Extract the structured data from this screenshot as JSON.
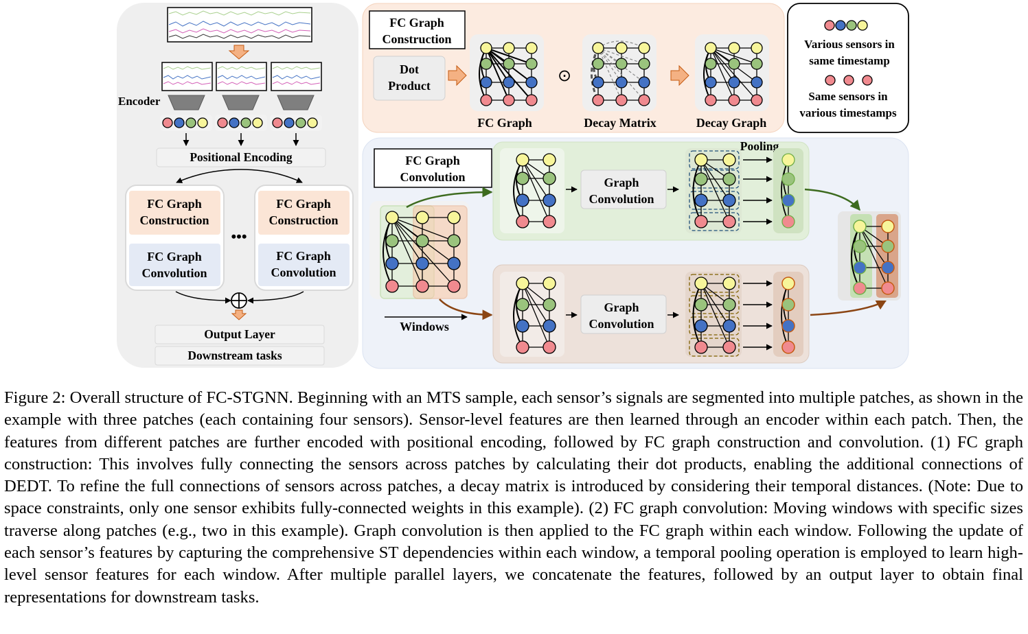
{
  "figure": {
    "left": {
      "encoder_label": "Encoder",
      "positional_encoding": "Positional Encoding",
      "block1": {
        "construction": [
          "FC Graph",
          "Construction"
        ],
        "convolution": [
          "FC Graph",
          "Convolution"
        ]
      },
      "block2": {
        "construction": [
          "FC Graph",
          "Construction"
        ],
        "convolution": [
          "FC Graph",
          "Convolution"
        ]
      },
      "ellipsis": "•••",
      "output_layer": "Output Layer",
      "downstream_tasks": "Downstream tasks"
    },
    "construction_panel": {
      "title": [
        "FC Graph",
        "Construction"
      ],
      "dot_product": [
        "Dot",
        "Product"
      ],
      "fc_graph_label": "FC Graph",
      "odot": "⊙",
      "decay_matrix_label": "Decay Matrix",
      "decay_graph_label": "Decay Graph"
    },
    "legend": {
      "various_sensors": [
        "Various sensors in",
        "same timestamp"
      ],
      "same_sensors": [
        "Same sensors in",
        "various timestamps"
      ]
    },
    "convolution_panel": {
      "title": [
        "FC Graph",
        "Convolution"
      ],
      "pooling": "Pooling",
      "graph_conv_top": [
        "Graph",
        "Convolution"
      ],
      "graph_conv_bottom": [
        "Graph",
        "Convolution"
      ],
      "windows": "Windows"
    },
    "colors": {
      "yellow": "#f7f59a",
      "green": "#9ac37d",
      "blue": "#4472c4",
      "pink": "#f08a8f",
      "orange_dark": "#c55a11",
      "green_dark": "#3d6b1f",
      "brown": "#8b4513"
    }
  },
  "caption": "Figure 2: Overall structure of FC-STGNN. Beginning with an MTS sample, each sensor’s signals are segmented into multiple patches, as shown in the example with three patches (each containing four sensors). Sensor-level features are then learned through an encoder within each patch. Then, the features from different patches are further encoded with positional encoding, followed by FC graph construction and convolution. (1) FC graph construction: This involves fully connecting the sensors across patches by calculating their dot products, enabling the additional connections of DEDT. To refine the full connections of sensors across patches, a decay matrix is introduced by considering their temporal distances. (Note: Due to space constraints, only one sensor exhibits fully-connected weights in this example). (2) FC graph convolution: Moving windows with specific sizes traverse along patches (e.g., two in this example). Graph convolution is then applied to the FC graph within each window. Following the update of each sensor’s features by capturing the comprehensive ST dependencies within each window, a temporal pooling operation is employed to learn high-level sensor features for each window. After multiple parallel layers, we concatenate the features, followed by an output layer to obtain final representations for downstream tasks."
}
